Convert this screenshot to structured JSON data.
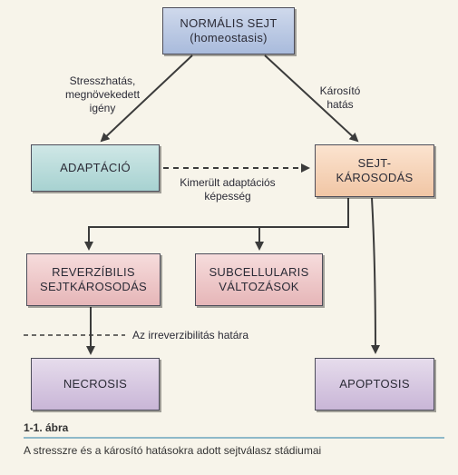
{
  "diagram": {
    "nodes": {
      "normal": {
        "line1": "NORMÁLIS SEJT",
        "line2": "(homeostasis)"
      },
      "adaptacio": {
        "line1": "ADAPTÁCIÓ"
      },
      "karosodas": {
        "line1": "SEJT-",
        "line2": "KÁROSODÁS"
      },
      "reverzibilis": {
        "line1": "REVERZÍBILIS",
        "line2": "SEJTKÁROSODÁS"
      },
      "subcell": {
        "line1": "SUBCELLULARIS",
        "line2": "VÁLTOZÁSOK"
      },
      "necrosis": {
        "line1": "NECROSIS"
      },
      "apoptosis": {
        "line1": "APOPTOSIS"
      }
    },
    "edge_labels": {
      "stress": {
        "line1": "Stresszhatás,",
        "line2": "megnövekedett",
        "line3": "igény"
      },
      "karosito": {
        "line1": "Károsító",
        "line2": "hatás"
      },
      "kimerult": {
        "line1": "Kimerült adaptációs",
        "line2": "képesség"
      },
      "irrev": "Az irreverzibilitás határa"
    },
    "colors": {
      "line": "#3b3b3b",
      "caption_rule": "#8fb9c9"
    }
  },
  "caption": {
    "title": "1-1. ábra",
    "text": "A stresszre és a károsító hatásokra adott sejtválasz stádiumai"
  }
}
